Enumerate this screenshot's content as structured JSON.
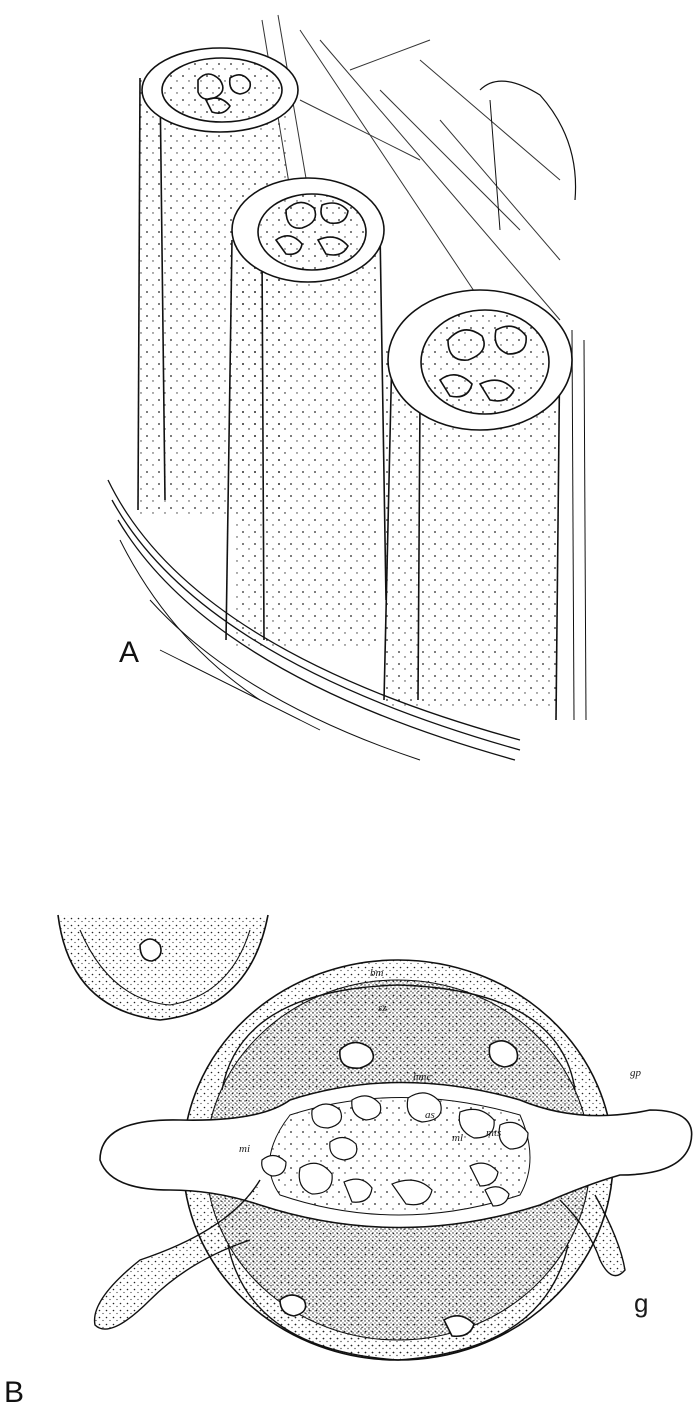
{
  "figure": {
    "panels": [
      {
        "label": "A"
      },
      {
        "label": "B"
      }
    ],
    "annotations": {
      "g": "g",
      "sz": "sz",
      "bm": "bm",
      "hmc": "hmc",
      "as": "as",
      "ml": "ml",
      "mts": "mts",
      "mi": "mi",
      "gp": "gp"
    },
    "colors": {
      "ink": "#111111",
      "paper": "#ffffff",
      "stipple": "#2a2a2a"
    }
  }
}
